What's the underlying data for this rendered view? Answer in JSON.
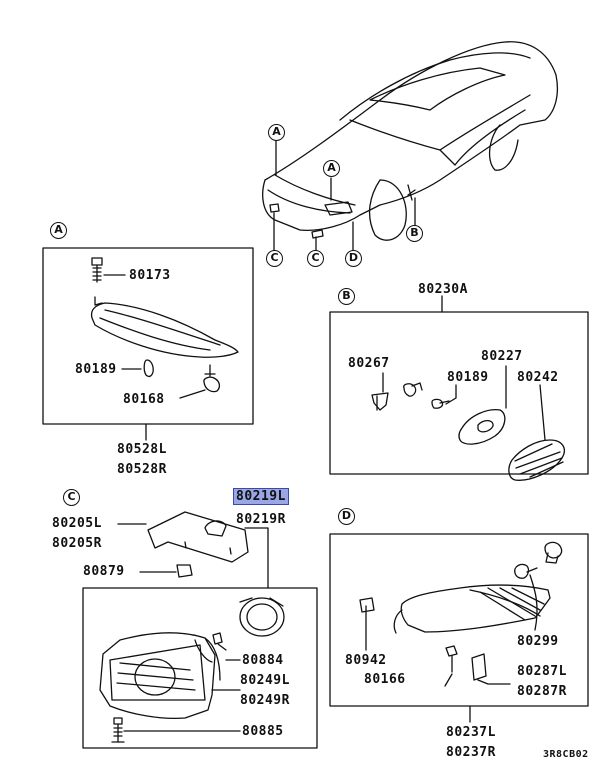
{
  "callouts": {
    "car_a1": "A",
    "car_a2": "A",
    "car_b": "B",
    "car_c1": "C",
    "car_c2": "C",
    "car_d": "D",
    "sec_a": "A",
    "sec_b": "B",
    "sec_c": "C",
    "sec_d": "D"
  },
  "section_a": {
    "p80173": "80173",
    "p80189": "80189",
    "p80168": "80168",
    "p80528l": "80528L",
    "p80528r": "80528R"
  },
  "section_b": {
    "p80230a": "80230A",
    "p80267": "80267",
    "p80227": "80227",
    "p80189": "80189",
    "p80242": "80242"
  },
  "section_c": {
    "p80219l": "80219L",
    "p80219r": "80219R",
    "p80205l": "80205L",
    "p80205r": "80205R",
    "p80879": "80879",
    "p80884": "80884",
    "p80249l": "80249L",
    "p80249r": "80249R",
    "p80885": "80885"
  },
  "section_d": {
    "p80942": "80942",
    "p80299": "80299",
    "p80166": "80166",
    "p80287l": "80287L",
    "p80287r": "80287R",
    "p80237l": "80237L",
    "p80237r": "80237R"
  },
  "diagram_code": "3R8CB02",
  "colors": {
    "highlight": "#9aa6e6",
    "ink": "#111111"
  }
}
